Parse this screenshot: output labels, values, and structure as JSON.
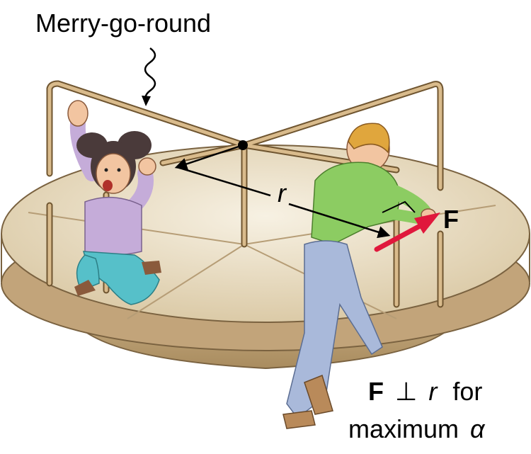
{
  "labels": {
    "title": "Merry-go-round",
    "radius": "r",
    "force": "F",
    "condition_force": "F",
    "condition_symbol": "⊥",
    "condition_radius": "r",
    "condition_for": "for",
    "condition_maximum": "maximum",
    "condition_alpha": "α"
  },
  "colors": {
    "platform_top": "#e8dcc4",
    "platform_edge": "#cbb48f",
    "rail": "#c9aa7c",
    "rail_outline": "#6f5530",
    "force_arrow": "#e0183c",
    "girl_shirt": "#c5acd9",
    "girl_jeans": "#56c0c9",
    "man_shirt": "#8ccc62",
    "man_pants": "#a9b9da",
    "skin": "#f2c5a1"
  }
}
